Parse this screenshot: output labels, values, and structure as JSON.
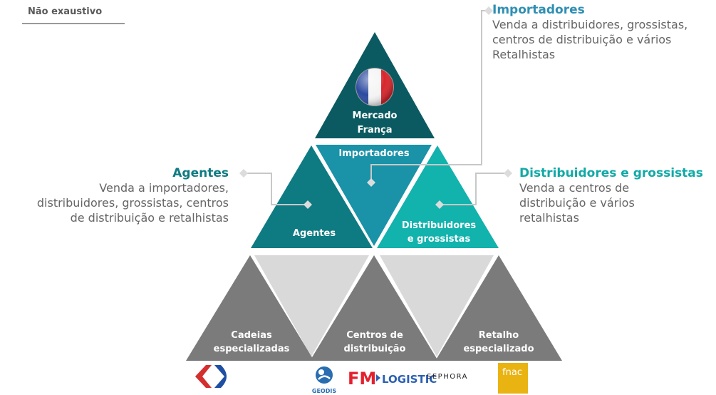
{
  "tag": {
    "label": "Não exaustivo"
  },
  "callouts": {
    "importadores": {
      "title": "Importadores",
      "lines": [
        "Venda a distribuidores, grossistas,",
        "centros de distribuição e vários",
        "Retalhistas"
      ]
    },
    "agentes": {
      "title": "Agentes",
      "lines": [
        "Venda a importadores,",
        "distribuidores, grossistas, centros",
        "de distribuição e retalhistas"
      ]
    },
    "distribuidores": {
      "title": "Distribuidores e grossistas",
      "lines": [
        "Venda a centros de",
        "distribuição e vários",
        "retalhistas"
      ]
    }
  },
  "pyramid": {
    "top": {
      "line1": "Mercado",
      "line2": "França",
      "flag_icon": "france-flag-icon"
    },
    "middle": {
      "agentes": "Agentes",
      "importadores": "Importadores",
      "distribuidores_line1": "Distribuidores",
      "distribuidores_line2": "e grossistas"
    },
    "bottom": {
      "cadeias_line1": "Cadeias",
      "cadeias_line2": "especializadas",
      "centros_line1": "Centros de",
      "centros_line2": "distribuição",
      "retalho_line1": "Retalho",
      "retalho_line2": "especializado"
    }
  },
  "logos": {
    "carrefour": "carrefour-logo",
    "geodis": "GEODIS",
    "fm_logistic": "FM LOGISTIC",
    "fm_part1": "FM",
    "fm_part2": "LOGISTIC",
    "sephora": "SEPHORA",
    "fnac": "fnac"
  },
  "colors": {
    "top": "#0b5a61",
    "agentes": "#0e7b82",
    "importadores": "#1a92a8",
    "distribuidores": "#12b2ad",
    "bottom_dark": "#7b7b7b",
    "bottom_light": "#d9d9d9",
    "line": "#c8c8c8"
  }
}
